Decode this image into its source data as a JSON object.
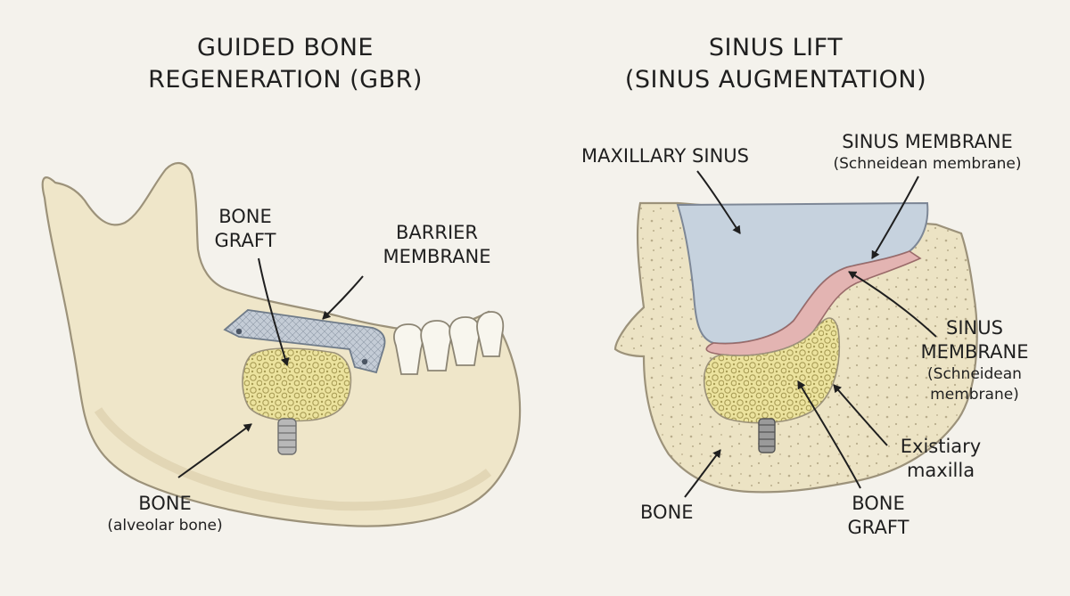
{
  "left": {
    "title_line1": "GUIDED BONE",
    "title_line2": "REGENERATION (GBR)",
    "bone_graft_line1": "BONE",
    "bone_graft_line2": "GRAFT",
    "barrier_line1": "BARRIER",
    "barrier_line2": "MEMBRANE",
    "bone_label": "BONE",
    "bone_sub": "(alveolar bone)"
  },
  "right": {
    "title_line1": "SINUS LIFT",
    "title_line2": "(SINUS AUGMENTATION)",
    "maxillary_sinus": "MAXILLARY SINUS",
    "membrane_top_line1": "SINUS MEMBRANE",
    "membrane_top_line2": "(Schneidean membrane)",
    "membrane_right_line1": "SINUS",
    "membrane_right_line2": "MEMBRANE",
    "membrane_right_line3": "(Schneidean",
    "membrane_right_line4": "membrane)",
    "existiary_line1": "Existiary",
    "existiary_line2": "maxilla",
    "bone_label": "BONE",
    "bone_graft_line1": "BONE",
    "bone_graft_line2": "GRAFT"
  },
  "colors": {
    "background": "#f4f2ec",
    "bone": "#efe6c9",
    "bone_outline": "#9c927a",
    "graft": "#ece39e",
    "membrane_mesh": "#b9c3cf",
    "sinus_air": "#c6d2de",
    "sinus_membrane": "#e3b4b2",
    "implant": "#9a9a9a"
  }
}
